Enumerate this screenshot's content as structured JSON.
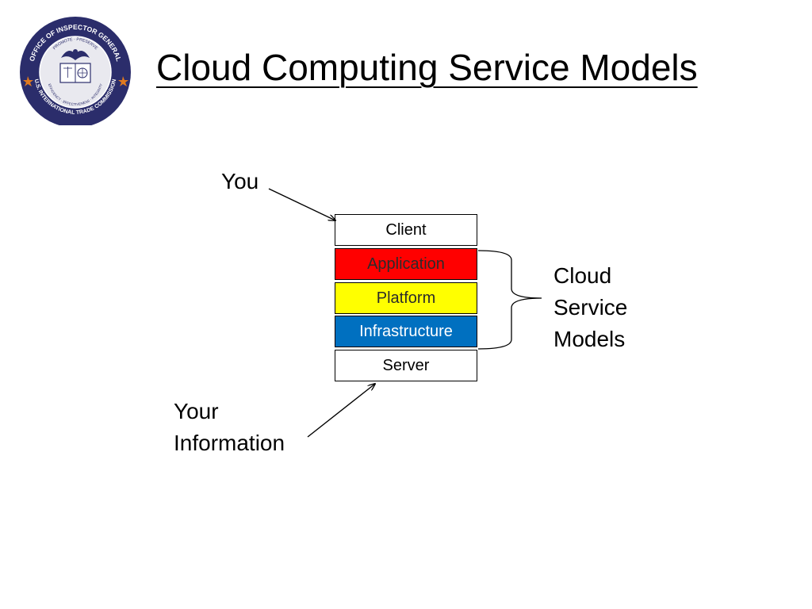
{
  "title": "Cloud Computing Service Models",
  "seal": {
    "icon": "inspector-general-seal-icon",
    "outer_text": "OFFICE OF INSPECTOR GENERAL",
    "inner_text_top": "PROMOTE · PRESERVE",
    "inner_text_bottom": "EFFICIENCY · EFFECTIVENESS · INTEGRITY",
    "bottom_text": "U.S. INTERNATIONAL TRADE COMMISSION",
    "colors": {
      "ring": "#2b2d6b",
      "inner": "#e9e9ef",
      "star": "#e07a1f"
    }
  },
  "diagram": {
    "you_label": "You",
    "info_label_line1": "Your",
    "info_label_line2": "Information",
    "cloud_label_line1": "Cloud",
    "cloud_label_line2": "Service",
    "cloud_label_line3": "Models",
    "layers": [
      {
        "label": "Client",
        "fill": "#ffffff",
        "text_color": "#000000"
      },
      {
        "label": "Application",
        "fill": "#ff0000",
        "text_color": "#2b2b2b"
      },
      {
        "label": "Platform",
        "fill": "#ffff00",
        "text_color": "#2b2b2b"
      },
      {
        "label": "Infrastructure",
        "fill": "#0070c0",
        "text_color": "#ffffff"
      },
      {
        "label": "Server",
        "fill": "#ffffff",
        "text_color": "#000000"
      }
    ]
  }
}
